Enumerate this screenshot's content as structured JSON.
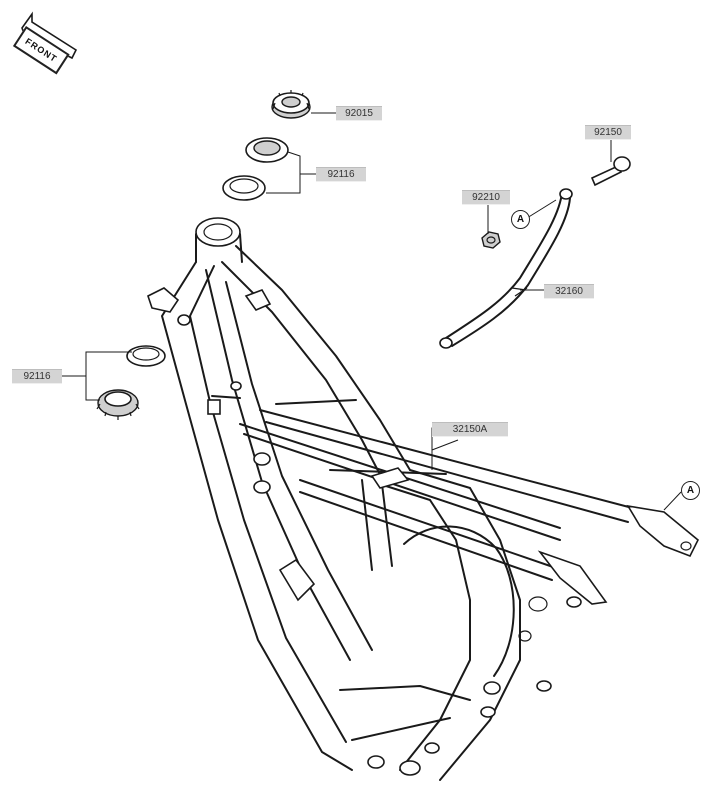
{
  "front_label": "FRONT",
  "parts": {
    "p92015": "92015",
    "p92116_top": "92116",
    "p92116_left": "92116",
    "p92150": "92150",
    "p92210": "92210",
    "p32160": "32160",
    "p32150A": "32150A"
  },
  "markers": {
    "upper": "A",
    "right": "A"
  }
}
